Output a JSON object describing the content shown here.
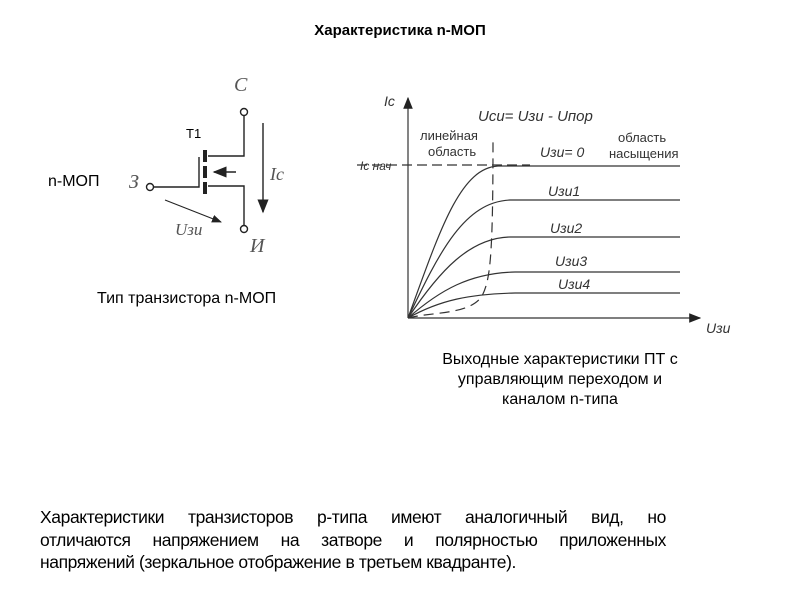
{
  "title": "Характеристика n-МОП",
  "circuit": {
    "side_label": "n-МОП",
    "transistor_ref": "T1",
    "drain_label": "С",
    "source_label": "И",
    "gate_label": "З",
    "current_label": "Ic",
    "voltage_label": "Uзи",
    "type_caption": "Тип транзистора n-МОП"
  },
  "graph": {
    "y_axis": "Ic",
    "x_axis": "Uзи",
    "ic_initial": "Ic нач",
    "boundary_formula": "Uси= Uзи - Uпор",
    "linear_region": [
      "линейная",
      "область"
    ],
    "saturation_region": [
      "область",
      "насыщения"
    ],
    "curves": [
      "Uзи= 0",
      "Uзи1",
      "Uзи2",
      "Uзи3",
      "Uзи4"
    ],
    "caption": [
      "Выходные характеристики ПТ с",
      "управляющим переходом и",
      "каналом n-типа"
    ]
  },
  "paragraph": [
    "Характеристики транзисторов p-типа имеют аналогичный вид, но",
    "отличаются напряжением на затворе и полярностью приложенных",
    "напряжений (зеркальное отображение в третьем квадранте)."
  ]
}
